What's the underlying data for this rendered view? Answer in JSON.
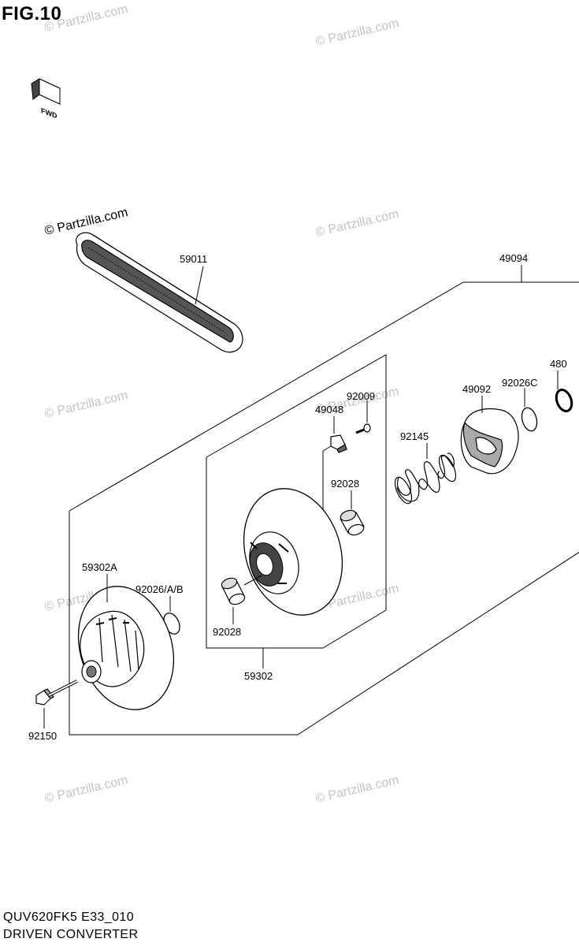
{
  "figure": {
    "title": "FIG.10",
    "footer_code": "QUV620FK5 E33_010",
    "footer_name": "DRIVEN CONVERTER",
    "fwd_label": "FWD"
  },
  "watermark": "© Partzilla.com",
  "parts": {
    "belt": "59011",
    "assembly": "49094",
    "ring_480": "480",
    "washer_c": "92026C",
    "cam": "49092",
    "spring": "92145",
    "pin": "92009",
    "slider": "49048",
    "bushing_upper": "92028",
    "bushing_lower": "92028",
    "sub_assembly": "59302",
    "fixed_sheave": "59302A",
    "washer_abd": "92026/A/B",
    "bolt": "92150"
  }
}
